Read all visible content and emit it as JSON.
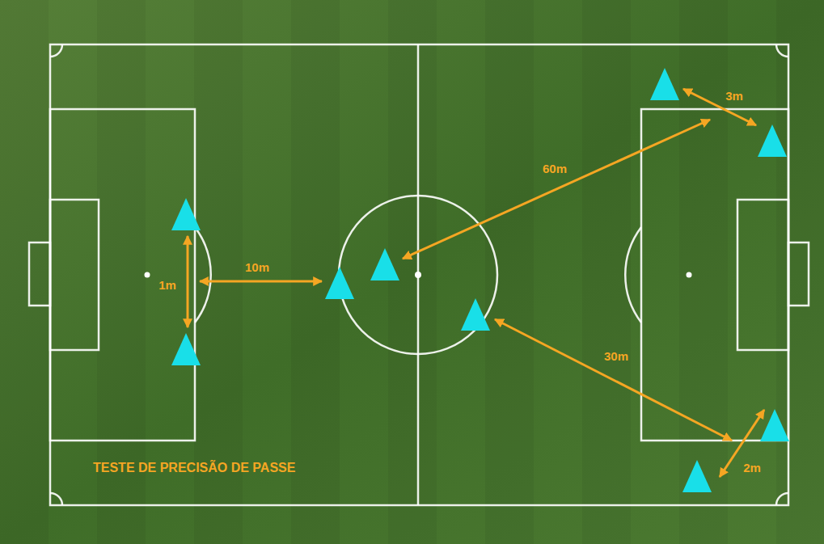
{
  "diagram": {
    "title": "TESTE DE PRECISÃO DE PASSE",
    "labels": [
      "3m",
      "60m",
      "1m",
      "10m",
      "30m",
      "2m"
    ]
  }
}
